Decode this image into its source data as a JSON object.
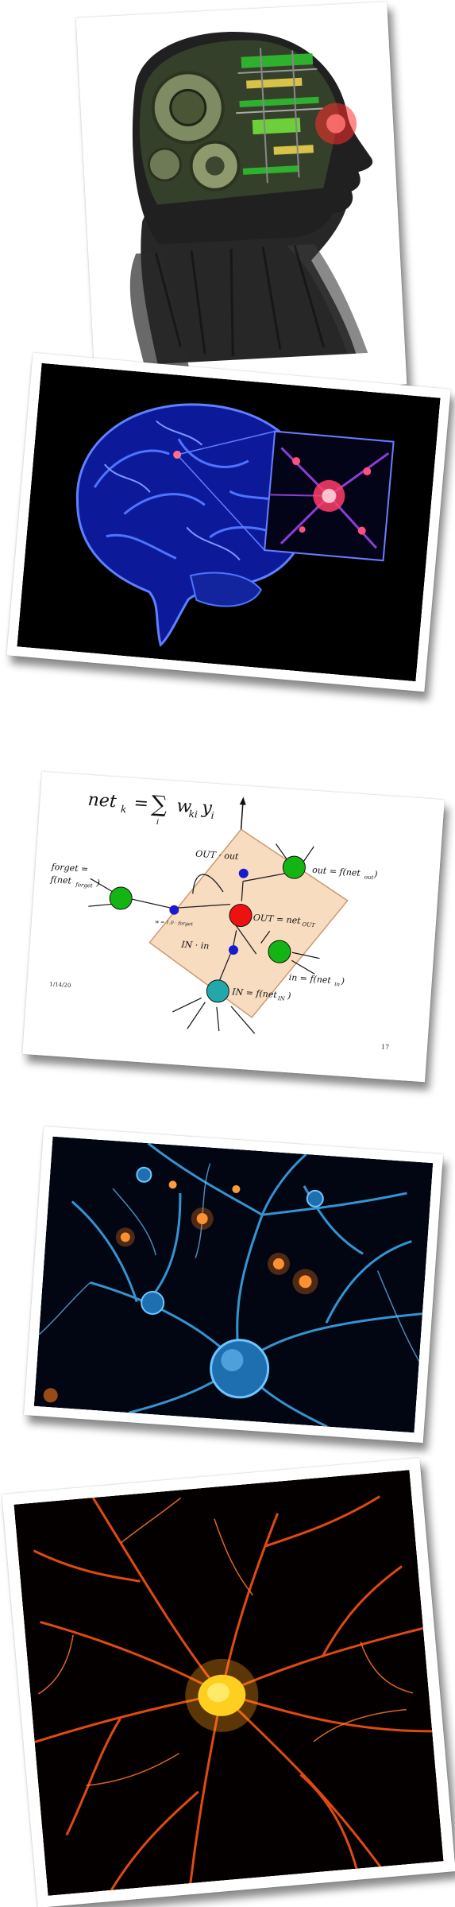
{
  "photos": [
    {
      "id": "card1",
      "subject": "cyborg-head-illustration"
    },
    {
      "id": "card2",
      "subject": "glowing-brain-illustration"
    },
    {
      "id": "card3",
      "subject": "lstm-diagram-slide"
    },
    {
      "id": "card4",
      "subject": "blue-neurons-illustration"
    },
    {
      "id": "card5",
      "subject": "orange-neuron-micrograph"
    }
  ],
  "slide": {
    "equation_lhs": "net",
    "equation_lhs_sub": "k",
    "equation_eq": "=",
    "equation_sum": "∑",
    "equation_sum_sub": "i",
    "equation_rhs": "w",
    "equation_rhs_sub": "ki",
    "equation_rhs2": "y",
    "equation_rhs2_sub": "i",
    "forget_label_line1": "forget =",
    "forget_label_line2": "f(net",
    "forget_label_sub": "forget",
    "forget_label_close": ")",
    "out_gate_label": "OUT · out",
    "out_label": "out = f(net",
    "out_label_sub": "out",
    "out_label_close": ")",
    "cell_label": "OUT = net",
    "cell_label_sub": "OUT",
    "self_loop_label": "w = 1.0 · forget",
    "in_gate_label": "IN · in",
    "in_label": "in = f(net",
    "in_label_sub": "in",
    "in_label_close": ")",
    "input_label": "IN = f(net",
    "input_label_sub": "IN",
    "input_label_close": ")",
    "date": "1/14/20",
    "page_number": "17",
    "colors": {
      "diamond": "#f8dcc0",
      "green_node": "#14b414",
      "red_node": "#ee1111",
      "blue_node": "#1a1acc",
      "cyan_node": "#22a8a8"
    }
  }
}
